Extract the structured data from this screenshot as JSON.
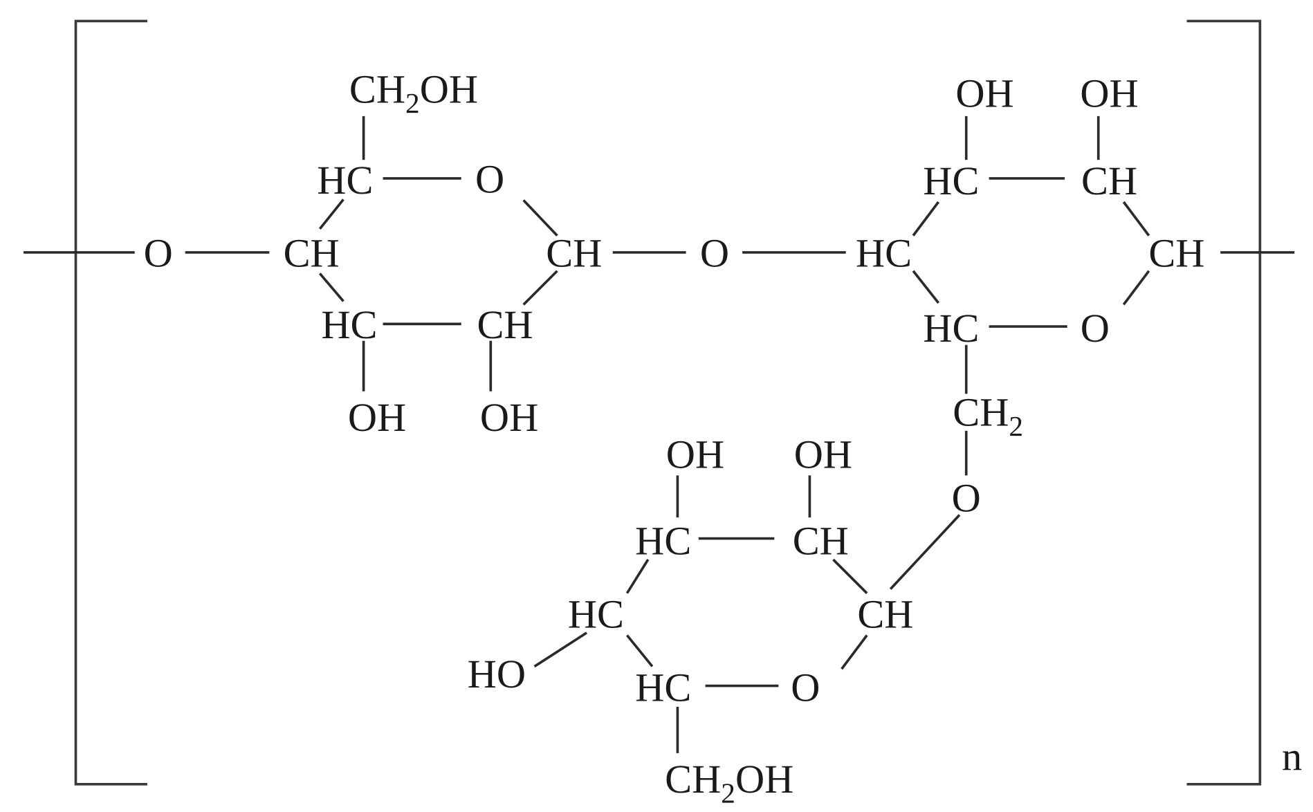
{
  "diagram": {
    "type": "chemical-structure",
    "repeat_subscript": "n",
    "ring1": {
      "ch2oh": {
        "main": "CH",
        "sub": "2",
        "tail": "OH"
      },
      "hc_top": "HC",
      "o_ring": "O",
      "ch_left": "CH",
      "ch_right": "CH",
      "hc_bottom": "HC",
      "ch_bottom": "CH",
      "oh_1": "OH",
      "oh_2": "OH",
      "o_link_left": "O"
    },
    "o_link_middle": "O",
    "ring2": {
      "oh_1": "OH",
      "oh_2": "OH",
      "hc_top": "HC",
      "ch_top": "CH",
      "hc_left": "HC",
      "ch_right": "CH",
      "hc_bottom": "HC",
      "o_ring": "O",
      "ch2": {
        "main": "CH",
        "sub": "2"
      },
      "o_link": "O"
    },
    "ring3": {
      "oh_1": "OH",
      "oh_2": "OH",
      "hc_top": "HC",
      "ch_top": "CH",
      "hc_left": "HC",
      "ch_right": "CH",
      "ho": "HO",
      "hc_bottom": "HC",
      "o_ring": "O",
      "ch2oh": {
        "main": "CH",
        "sub": "2",
        "tail": "OH"
      }
    },
    "colors": {
      "ink": "#1a1a1a",
      "background": "#ffffff"
    }
  }
}
